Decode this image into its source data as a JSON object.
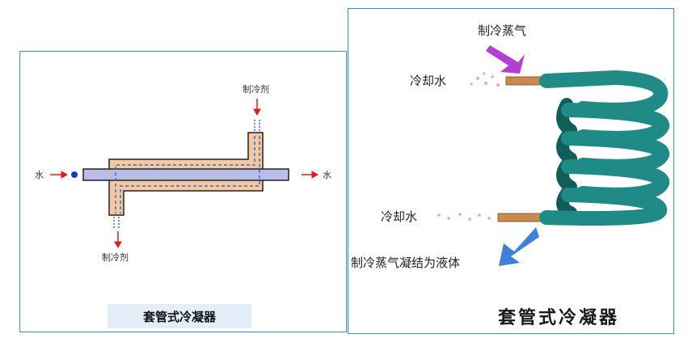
{
  "left": {
    "refrigerant_in": "制冷剂",
    "refrigerant_out": "制冷剂",
    "water_in": "水",
    "water_out": "水",
    "caption": "套管式冷凝器"
  },
  "right": {
    "refrigerant_vapor": "制冷蒸气",
    "cooling_water_top": "冷却水",
    "cooling_water_bottom": "冷却水",
    "condensed": "制冷蒸气凝结为液体",
    "title": "套管式冷凝器"
  },
  "colors": {
    "panel_border": "#2f8fe0",
    "outer_pipe": "#f5c9a0",
    "inner_pipe": "#b9bde8",
    "arrow": "#e01b1b",
    "coil": "#1f8a86"
  }
}
